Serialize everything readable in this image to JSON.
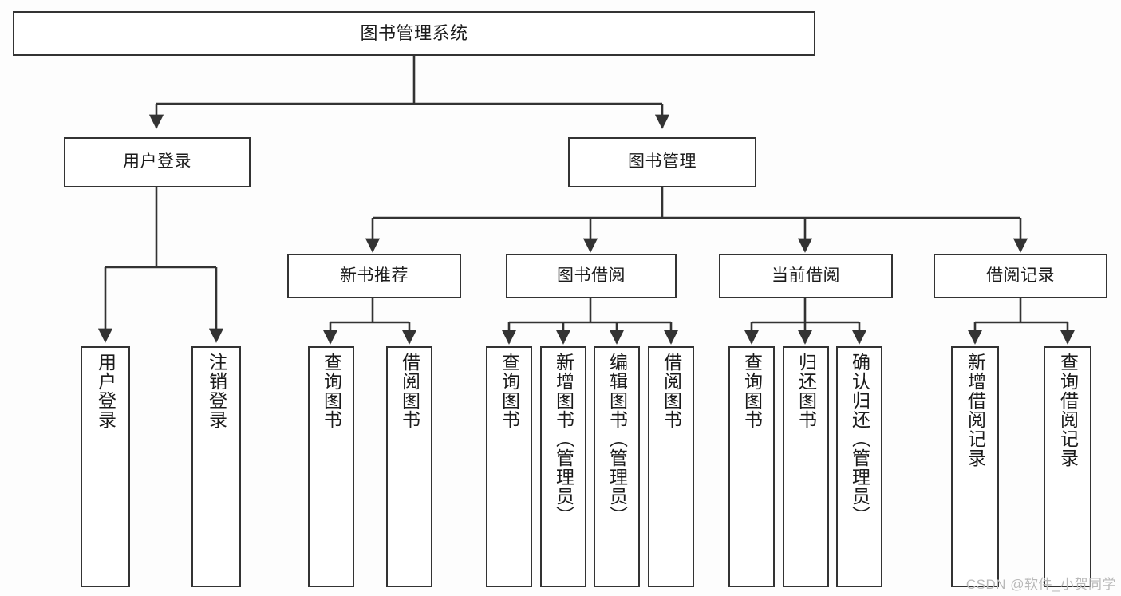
{
  "diagram": {
    "type": "tree-hierarchy",
    "title": "图书管理系统",
    "background_color": "#fdfdfd",
    "line_color": "#333333",
    "box_fill": "#ffffff",
    "text_color": "#1b1b1b"
  },
  "root": {
    "label": "图书管理系统"
  },
  "level2": [
    {
      "label": "用户登录"
    },
    {
      "label": "图书管理"
    }
  ],
  "level3": [
    {
      "label": "新书推荐"
    },
    {
      "label": "图书借阅"
    },
    {
      "label": "当前借阅"
    },
    {
      "label": "借阅记录"
    }
  ],
  "leaves": {
    "user_login": [
      {
        "label": "用户登录"
      },
      {
        "label": "注销登录"
      }
    ],
    "new_book": [
      {
        "label": "查询图书"
      },
      {
        "label": "借阅图书"
      }
    ],
    "borrow_book": [
      {
        "label": "查询图书"
      },
      {
        "label": "新增图书（管理员）"
      },
      {
        "label": "编辑图书（管理员）"
      },
      {
        "label": "借阅图书"
      }
    ],
    "current_borrow": [
      {
        "label": "查询图书"
      },
      {
        "label": "归还图书"
      },
      {
        "label": "确认归还（管理员）"
      }
    ],
    "borrow_record": [
      {
        "label": "新增借阅记录"
      },
      {
        "label": "查询借阅记录"
      }
    ]
  },
  "watermark": {
    "text": "CSDN @软件_小贺同学"
  }
}
